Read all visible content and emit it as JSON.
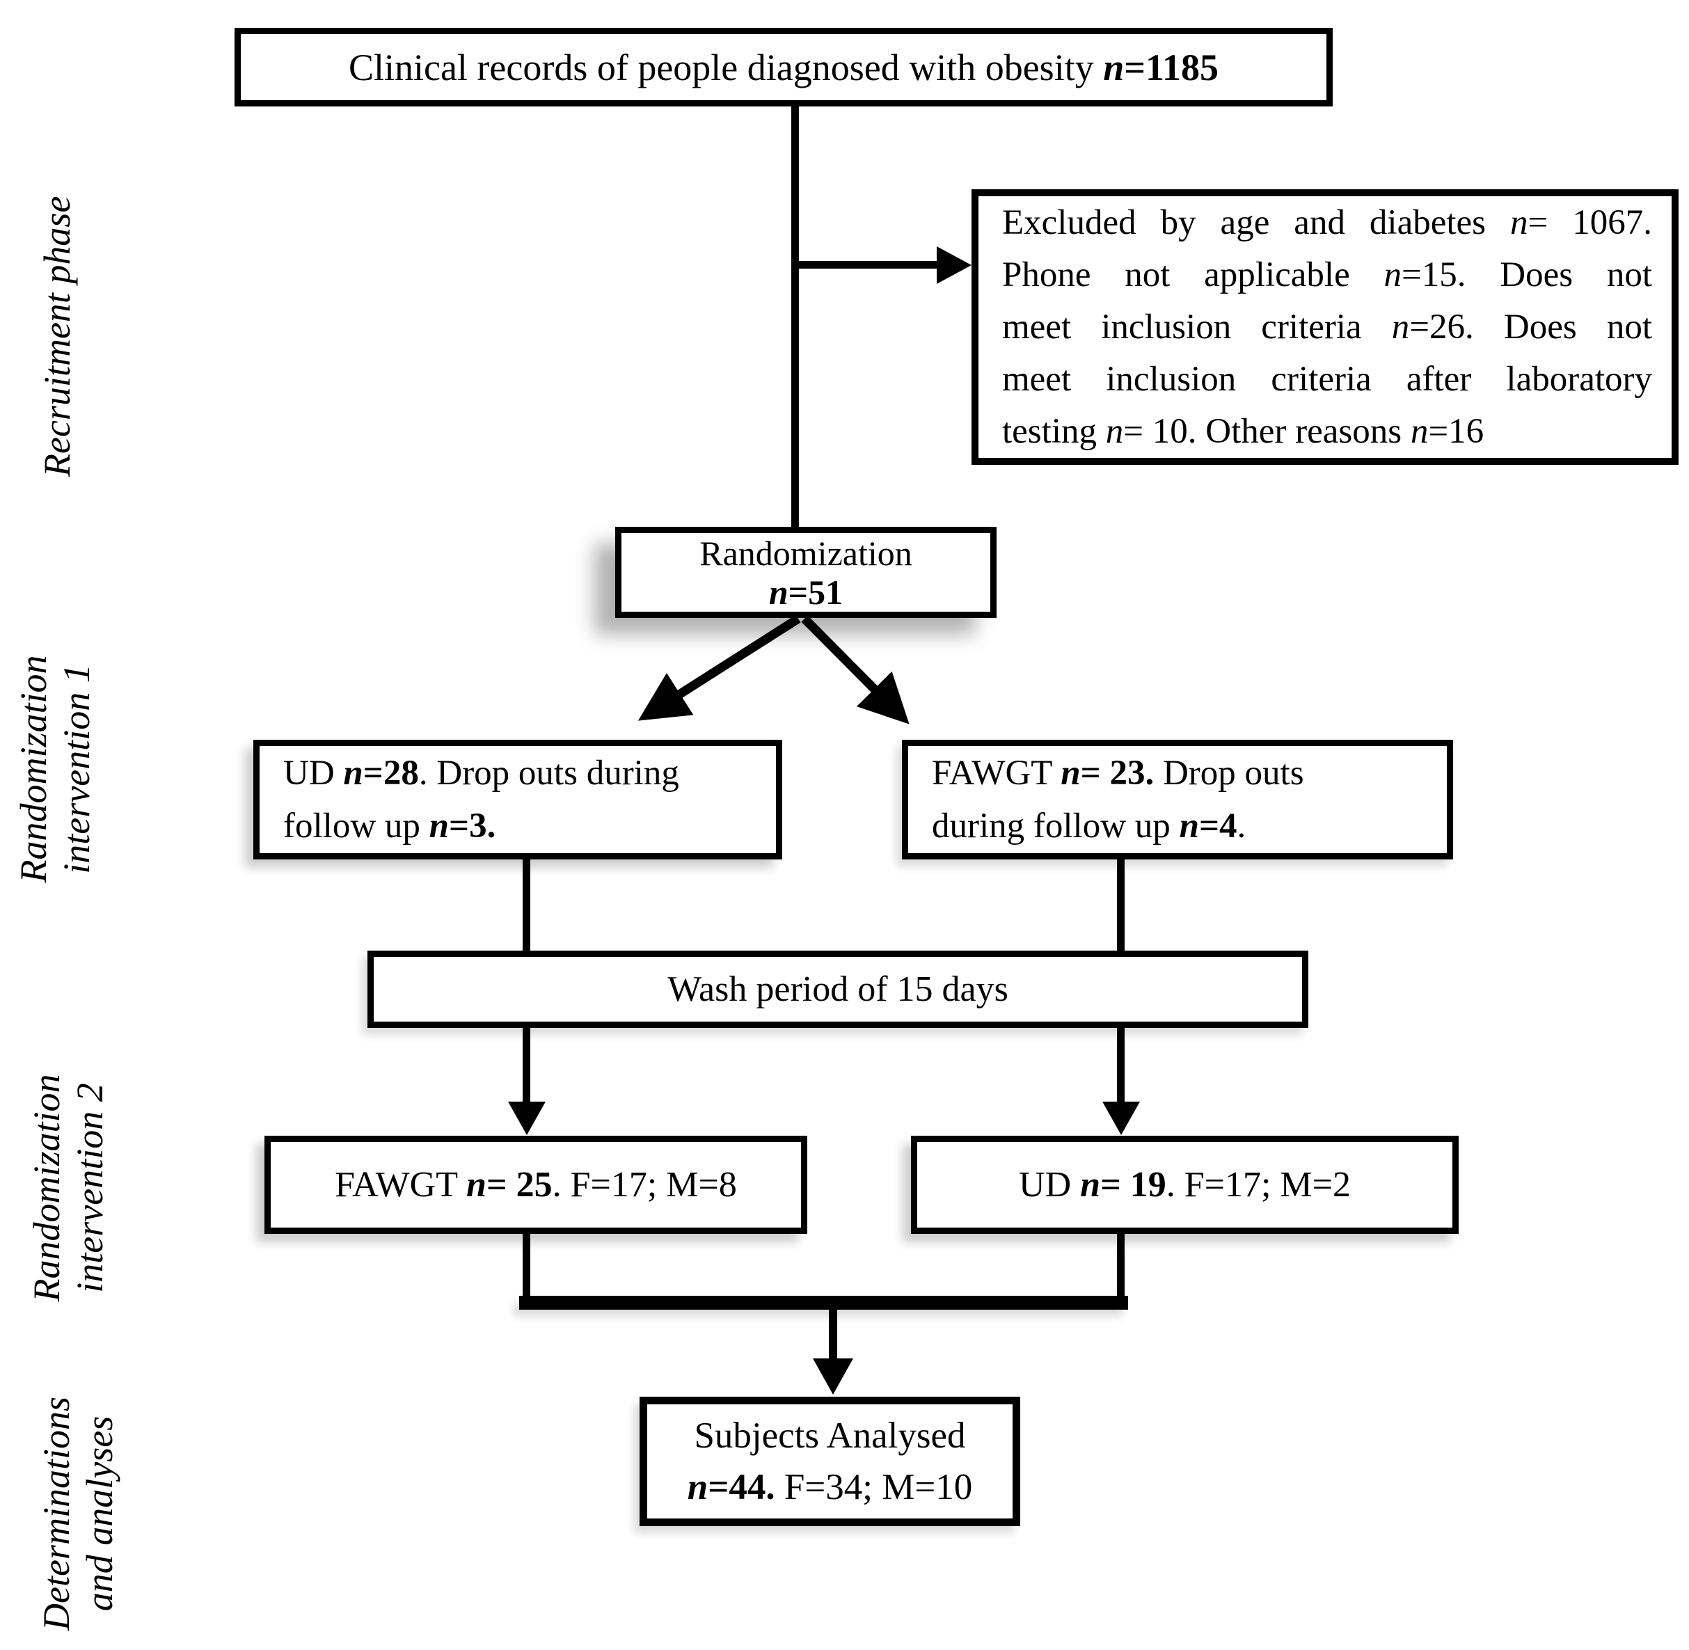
{
  "figure": {
    "kind": "participant-flow-diagram",
    "background_color": "#ffffff",
    "ink_color": "#000000"
  },
  "phase_labels": {
    "recruitment": {
      "lines": [
        [
          {
            "t": "Recruitment phase"
          }
        ]
      ]
    },
    "randomization_intervention_1": {
      "lines": [
        [
          {
            "t": "Randomization"
          }
        ],
        [
          {
            "t": "intervention 1"
          }
        ]
      ]
    },
    "randomization_intervention_2": {
      "lines": [
        [
          {
            "t": "Randomization"
          }
        ],
        [
          {
            "t": "intervention 2"
          }
        ]
      ]
    },
    "determinations_and_analyses": {
      "lines": [
        [
          {
            "t": "Determinations"
          }
        ],
        [
          {
            "t": "and analyses"
          }
        ]
      ]
    }
  },
  "boxes": {
    "clinical_records": {
      "lines": [
        [
          {
            "t": "Clinical records of people diagnosed with obesity "
          },
          {
            "t": "n",
            "b": 1,
            "i": 1
          },
          {
            "t": "=1185",
            "b": 1
          }
        ]
      ]
    },
    "excluded": {
      "lines": [
        [
          {
            "t": "Excluded by age and diabetes "
          },
          {
            "t": "n",
            "i": 1
          },
          {
            "t": "= 1067."
          }
        ],
        [
          {
            "t": "Phone not applicable "
          },
          {
            "t": "n",
            "i": 1
          },
          {
            "t": "=15. Does not"
          }
        ],
        [
          {
            "t": "meet inclusion criteria "
          },
          {
            "t": "n",
            "i": 1
          },
          {
            "t": "=26. Does not"
          }
        ],
        [
          {
            "t": "meet inclusion criteria after laboratory"
          }
        ],
        [
          {
            "t": "testing "
          },
          {
            "t": "n",
            "i": 1
          },
          {
            "t": "= 10. Other reasons "
          },
          {
            "t": "n",
            "i": 1
          },
          {
            "t": "=16"
          }
        ]
      ]
    },
    "randomization": {
      "lines": [
        [
          {
            "t": "Randomization"
          }
        ],
        [
          {
            "t": "n",
            "b": 1,
            "i": 1
          },
          {
            "t": "=51",
            "b": 1
          }
        ]
      ]
    },
    "ud_intervention_1": {
      "lines": [
        [
          {
            "t": "UD "
          },
          {
            "t": "n",
            "b": 1,
            "i": 1
          },
          {
            "t": "=28",
            "b": 1
          },
          {
            "t": ". Drop outs during"
          }
        ],
        [
          {
            "t": "follow up "
          },
          {
            "t": "n",
            "b": 1,
            "i": 1
          },
          {
            "t": "=3.",
            "b": 1
          }
        ]
      ]
    },
    "fawgt_intervention_1": {
      "lines": [
        [
          {
            "t": "FAWGT "
          },
          {
            "t": "n",
            "b": 1,
            "i": 1
          },
          {
            "t": "= 23.",
            "b": 1
          },
          {
            "t": " Drop outs"
          }
        ],
        [
          {
            "t": "during follow up "
          },
          {
            "t": "n",
            "b": 1,
            "i": 1
          },
          {
            "t": "=4",
            "b": 1
          },
          {
            "t": "."
          }
        ]
      ]
    },
    "wash_period": {
      "lines": [
        [
          {
            "t": "Wash period of 15 days"
          }
        ]
      ]
    },
    "fawgt_intervention_2": {
      "lines": [
        [
          {
            "t": "FAWGT "
          },
          {
            "t": "n",
            "b": 1,
            "i": 1
          },
          {
            "t": "= 25",
            "b": 1
          },
          {
            "t": ". F=17; M=8"
          }
        ]
      ]
    },
    "ud_intervention_2": {
      "lines": [
        [
          {
            "t": "UD "
          },
          {
            "t": "n",
            "b": 1,
            "i": 1
          },
          {
            "t": "= 19",
            "b": 1
          },
          {
            "t": ". F=17; M=2"
          }
        ]
      ]
    },
    "subjects_analysed": {
      "lines": [
        [
          {
            "t": "Subjects Analysed"
          }
        ],
        [
          {
            "t": "n",
            "b": 1,
            "i": 1
          },
          {
            "t": "=44.",
            "b": 1
          },
          {
            "t": " F=34; M=10"
          }
        ]
      ]
    }
  }
}
